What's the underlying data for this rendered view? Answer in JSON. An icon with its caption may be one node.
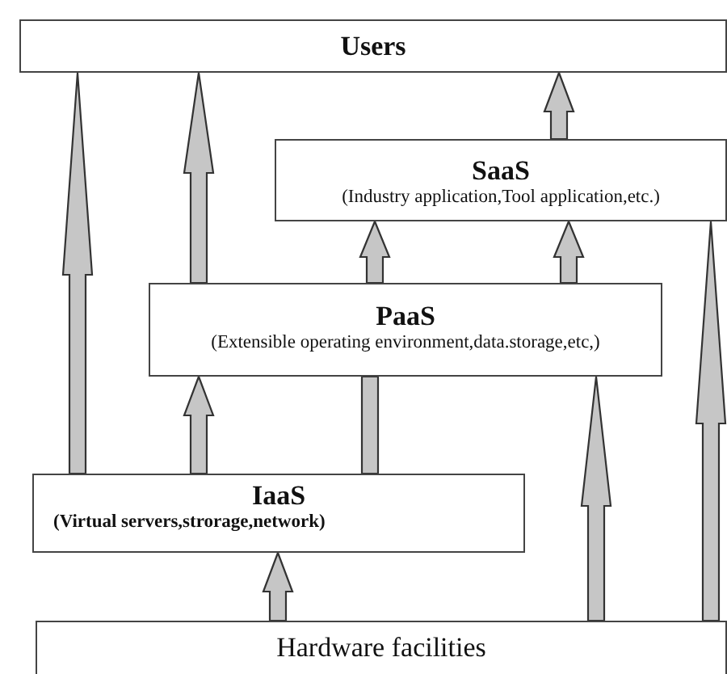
{
  "diagram": {
    "nodes": [
      {
        "text": [
          "Users"
        ]
      },
      {
        "text": [
          "SaaS",
          "(Industry application,Tool application,etc.)"
        ]
      },
      {
        "text": [
          "PaaS",
          "(Extensible operating environment,data.storage,etc,)"
        ]
      },
      {
        "text": [
          "IaaS",
          "(Virtual servers,strorage,network)"
        ]
      },
      {
        "text": [
          "Hardware facilities"
        ]
      }
    ],
    "edges": [
      {
        "from": 3,
        "to": 0,
        "arrow": "to"
      },
      {
        "from": 2,
        "to": 0,
        "arrow": "to"
      },
      {
        "from": 1,
        "to": 0,
        "arrow": "to"
      },
      {
        "from": 2,
        "to": 1,
        "arrow": "to"
      },
      {
        "from": 2,
        "to": 1,
        "arrow": "to"
      },
      {
        "from": 3,
        "to": 2,
        "arrow": "to"
      },
      {
        "from": 3,
        "to": 2,
        "arrow": "none"
      },
      {
        "from": 4,
        "to": 3,
        "arrow": "to"
      },
      {
        "from": 4,
        "to": 2,
        "arrow": "to"
      },
      {
        "from": 4,
        "to": 1,
        "arrow": "to"
      }
    ]
  }
}
